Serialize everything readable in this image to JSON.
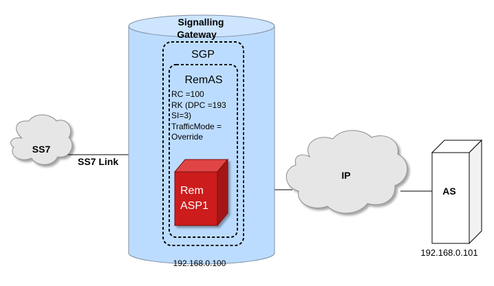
{
  "gateway": {
    "title_line1": "Signalling",
    "title_line2": "Gateway",
    "ip": "192.168.0.100",
    "fill_color": "#bcdcff",
    "top_color": "#cde5ff",
    "sgp": {
      "label": "SGP",
      "remas": {
        "label": "RemAS",
        "details": [
          "RC =100",
          "RK (DPC =193",
          "SI=3)",
          "TrafficMode =",
          "Override"
        ],
        "asp": {
          "line1": "Rem",
          "line2": "ASP1",
          "color": "#cc1f1f"
        }
      }
    }
  },
  "ss7": {
    "cloud_label": "SS7",
    "link_label": "SS7 Link"
  },
  "ip_cloud": {
    "label": "IP"
  },
  "as_node": {
    "label": "AS",
    "ip": "192.168.0.101"
  }
}
